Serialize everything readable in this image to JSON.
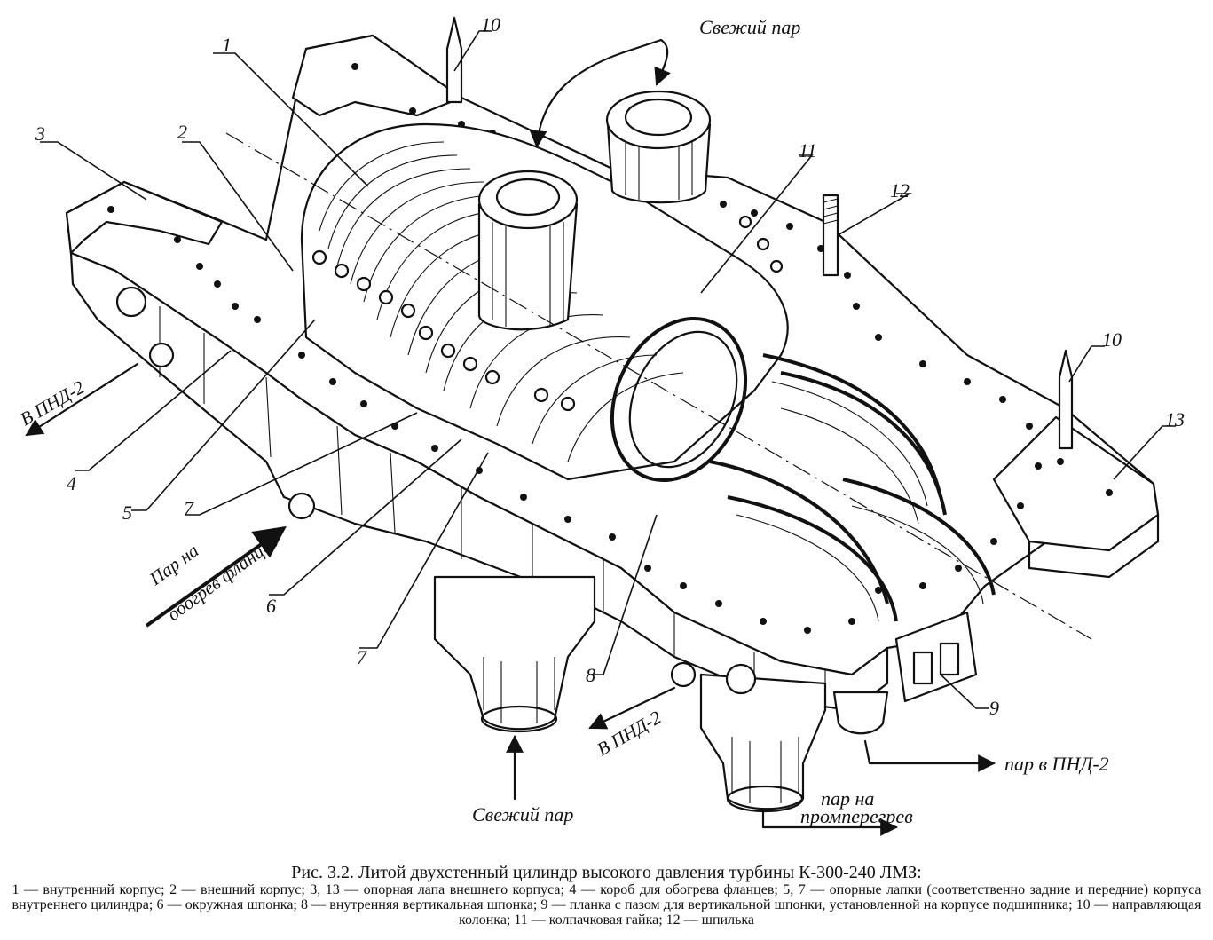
{
  "labels": {
    "n1": "1",
    "n2": "2",
    "n3": "3",
    "n4": "4",
    "n5": "5",
    "n6": "6",
    "n7a": "7",
    "n7b": "7",
    "n8": "8",
    "n9": "9",
    "n10a": "10",
    "n10b": "10",
    "n11": "11",
    "n12": "12",
    "n13": "13"
  },
  "flow_labels": {
    "fresh_steam_top": "Свежий пар",
    "fresh_steam_bottom": "Свежий пар",
    "to_lpr2_left": "В ПНД-2",
    "to_lpr2_bottom": "В ПНД-2",
    "steam_to_lpr2": "пар в ПНД-2",
    "flange_heating_line1": "Пар на",
    "flange_heating_line2": "обогрев фланцев",
    "reheat_line1": "пар на",
    "reheat_line2": "промперегрев"
  },
  "caption": {
    "title": "Рис. 3.2. Литой двухстенный цилиндр высокого давления турбины К-300-240 ЛМЗ:",
    "legend": "1 — внутренний корпус; 2 — внешний корпус; 3, 13 — опорная лапа внешнего корпуса; 4 — короб для обогрева фланцев; 5, 7 — опорные лапки (соответственно задние и передние) корпуса внутреннего цилиндра; 6 — окружная шпонка; 8 — внутренняя вертикальная шпонка; 9 — планка с пазом для вертикальной шпонки, установленной на корпусе подшипника; 10 — направляющая колонка; 11 — колпачковая гайка; 12 — шпилька"
  }
}
